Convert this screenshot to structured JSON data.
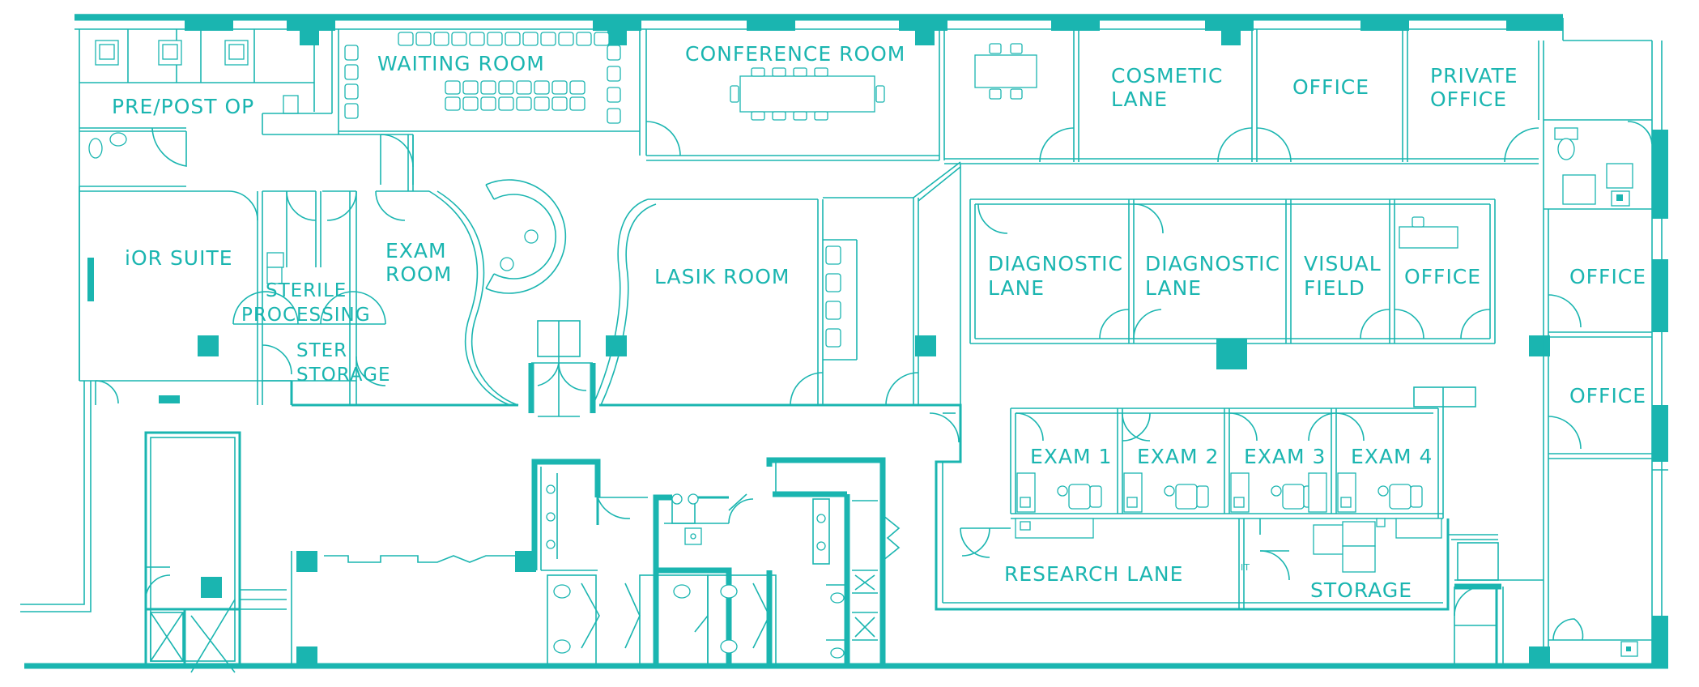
{
  "colors": {
    "accent": "#1ab5b0",
    "background": "#ffffff"
  },
  "rooms": {
    "waiting_room": "WAITING ROOM",
    "conference_room": "CONFERENCE ROOM",
    "pre_post_op": "PRE/POST OP",
    "cosmetic_lane_1": "COSMETIC",
    "cosmetic_lane_2": "LANE",
    "office_top": "OFFICE",
    "private_office_1": "PRIVATE",
    "private_office_2": "OFFICE",
    "ior_suite": "iOR SUITE",
    "exam_room_1": "EXAM",
    "exam_room_2": "ROOM",
    "sterile_processing_1": "STERILE",
    "sterile_processing_2": "PROCESSING",
    "ster_storage_1": "STER",
    "ster_storage_2": "STORAGE",
    "lasik_room": "LASIK ROOM",
    "diagnostic_lane_a_1": "DIAGNOSTIC",
    "diagnostic_lane_a_2": "LANE",
    "diagnostic_lane_b_1": "DIAGNOSTIC",
    "diagnostic_lane_b_2": "LANE",
    "visual_field_1": "VISUAL",
    "visual_field_2": "FIELD",
    "office_mid": "OFFICE",
    "office_right_1": "OFFICE",
    "office_right_2": "OFFICE",
    "exam_1": "EXAM 1",
    "exam_2": "EXAM 2",
    "exam_3": "EXAM 3",
    "exam_4": "EXAM 4",
    "research_lane": "RESEARCH LANE",
    "storage": "STORAGE",
    "it": "IT"
  }
}
